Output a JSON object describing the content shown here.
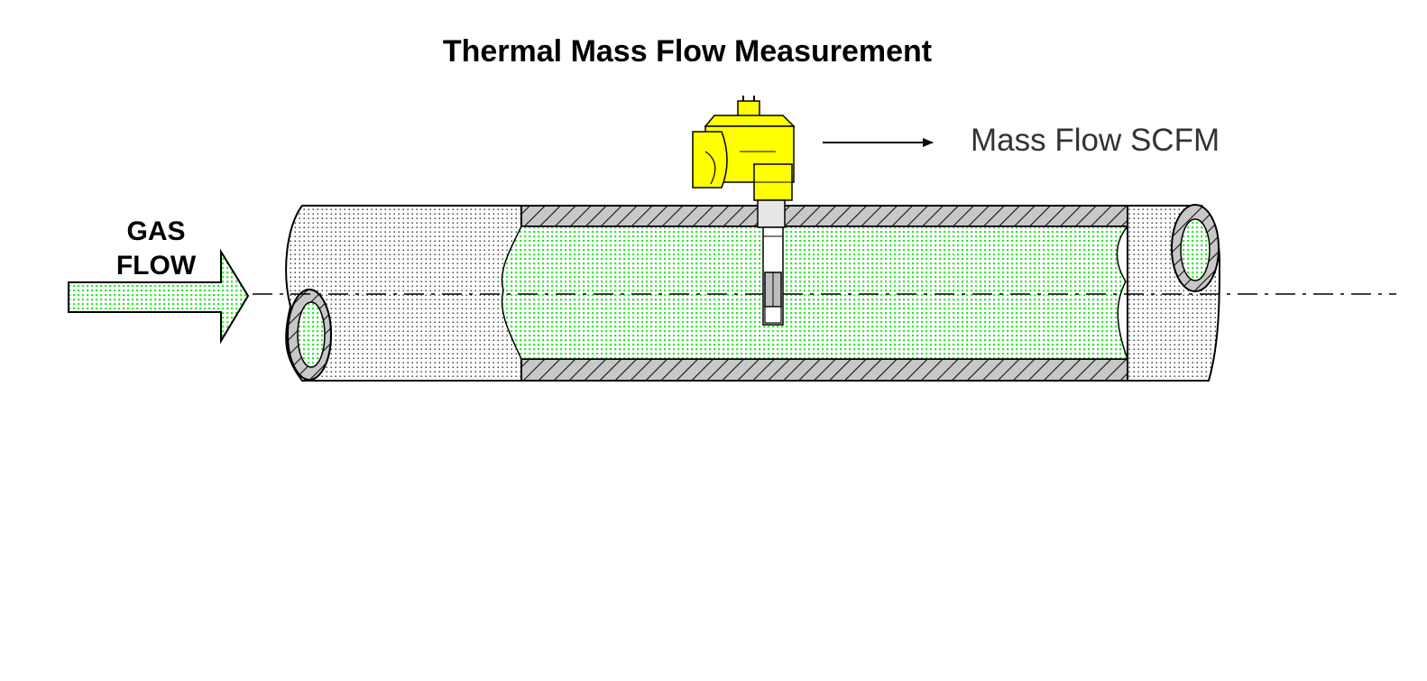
{
  "title": "Thermal Mass Flow Measurement",
  "inlet": {
    "label_line1": "GAS",
    "label_line2": "FLOW"
  },
  "output": {
    "label": "Mass Flow SCFM"
  },
  "colors": {
    "gas_fill": "#2ee82e",
    "pipe_dots": "#000000",
    "wall_hatch": "#c8c8c8",
    "transmitter": "#ffff00",
    "outline": "#000000",
    "background": "#ffffff"
  },
  "icons": {
    "sensor": "thermal-flow-transmitter-icon",
    "arrow": "right-arrow-icon"
  }
}
